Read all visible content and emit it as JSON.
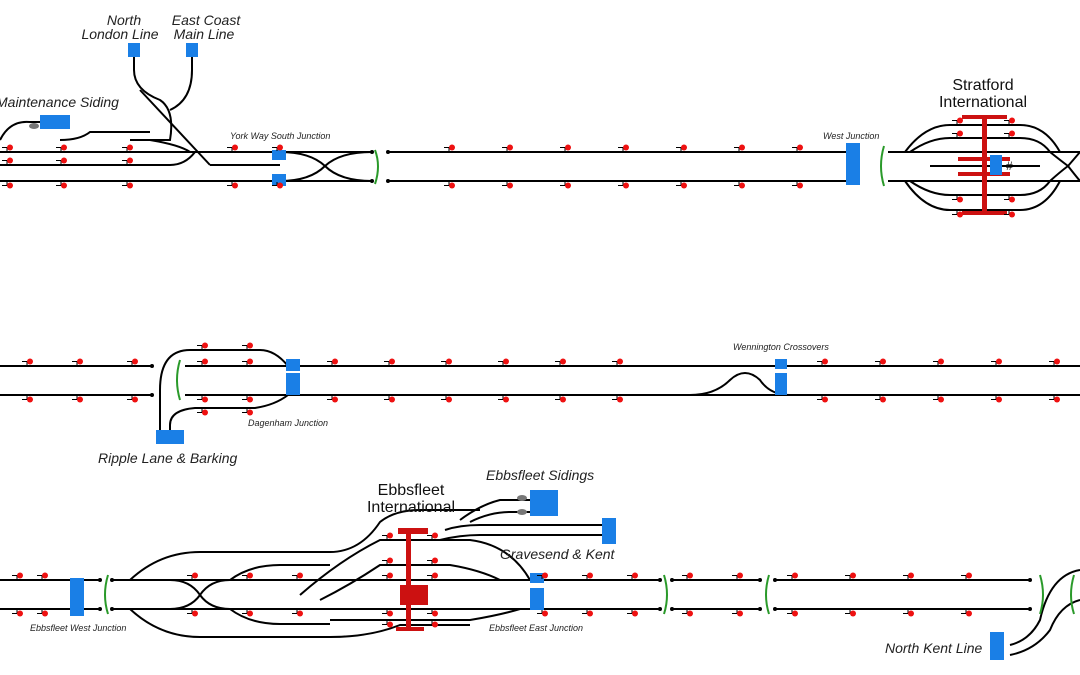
{
  "labels": {
    "north_london_line": [
      "North",
      "London Line"
    ],
    "east_coast_main_line": [
      "East Coast",
      "Main Line"
    ],
    "maintenance_siding": "Maintenance Siding",
    "york_way_south_junction": "York Way South Junction",
    "west_junction": "West Junction",
    "stratford_international": [
      "Stratford",
      "International"
    ],
    "ripple_lane_barking": "Ripple Lane & Barking",
    "dagenham_junction": "Dagenham Junction",
    "wennington_crossovers": "Wennington Crossovers",
    "ebbsfleet_international": [
      "Ebbsfleet",
      "International"
    ],
    "ebbsfleet_sidings": "Ebbsfleet Sidings",
    "gravesend_kent": "Gravesend & Kent",
    "ebbsfleet_west_junction": "Ebbsfleet West Junction",
    "ebbsfleet_east_junction": "Ebbsfleet East Junction",
    "north_kent_line": "North Kent Line",
    "hash_marker": "#"
  },
  "colors": {
    "track": "#000000",
    "signal": "#ee1111",
    "block": "#1a7fe6",
    "platform": "#cc1111",
    "bracket": "#2a9a2a",
    "buffer_stop": "#777777"
  }
}
